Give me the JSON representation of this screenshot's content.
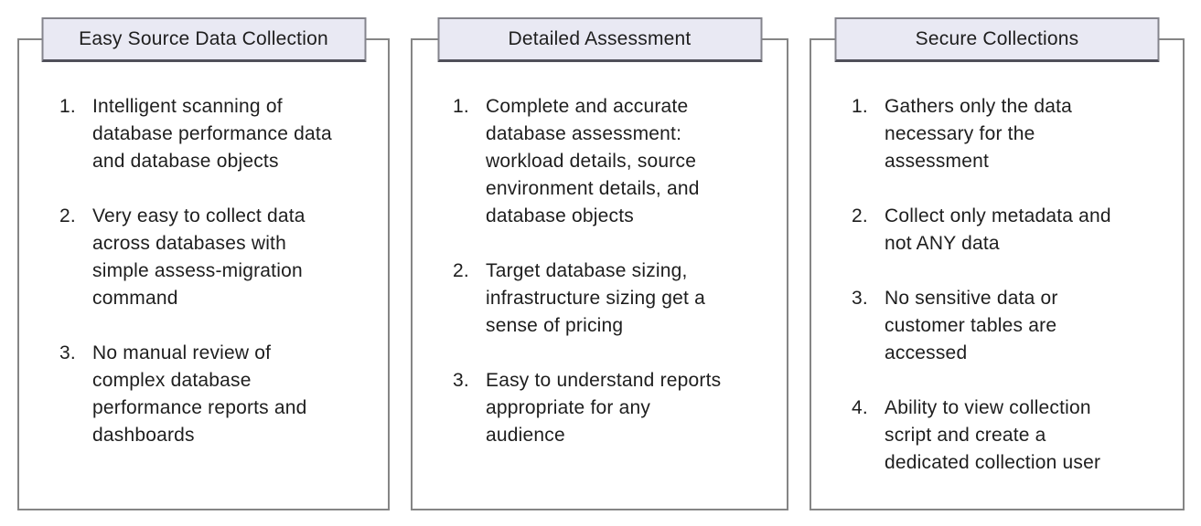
{
  "page": {
    "background_color": "#ffffff",
    "text_color": "#1e1e1e",
    "panel_border_color": "#858585",
    "title_fill_color": "#e9e9f3",
    "title_border_color": "#84848c",
    "title_border_bottom_color": "#50505a"
  },
  "panels": [
    {
      "title": "Easy Source Data Collection",
      "items": [
        {
          "number": "1.",
          "text": "Intelligent scanning of\ndatabase performance data\nand database objects"
        },
        {
          "number": "2.",
          "text": "Very easy to collect data\nacross databases with\nsimple assess-migration\ncommand"
        },
        {
          "number": "3.",
          "text": "No manual review of\ncomplex database\nperformance reports and\ndashboards"
        }
      ]
    },
    {
      "title": "Detailed Assessment",
      "items": [
        {
          "number": "1.",
          "text": "Complete and accurate\ndatabase assessment:\nworkload details, source\nenvironment details, and\ndatabase objects"
        },
        {
          "number": "2.",
          "text": "Target database sizing,\ninfrastructure sizing get a\nsense of pricing"
        },
        {
          "number": "3.",
          "text": "Easy to understand reports\nappropriate for any\naudience"
        }
      ]
    },
    {
      "title": "Secure Collections",
      "items": [
        {
          "number": "1.",
          "text": "Gathers only the data\nnecessary for the\nassessment"
        },
        {
          "number": "2.",
          "text": "Collect only metadata and\nnot ANY data"
        },
        {
          "number": "3.",
          "text": "No sensitive data or\ncustomer tables are\naccessed"
        },
        {
          "number": "4.",
          "text": "Ability to view collection\nscript and create a\ndedicated collection user"
        }
      ]
    }
  ]
}
